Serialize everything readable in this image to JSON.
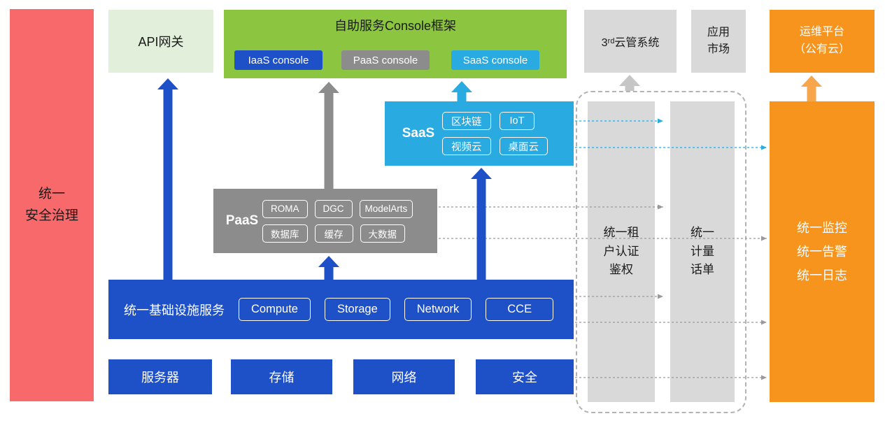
{
  "colors": {
    "blue": "#1e50c8",
    "cyan": "#29abe2",
    "green": "#8cc540",
    "light_green": "#e2efda",
    "gray": "#8c8c8c",
    "light_gray": "#d9d9d9",
    "orange": "#f7941e",
    "red": "#f8696b"
  },
  "security_governance": {
    "label": "统一\n安全治理"
  },
  "api_gateway": {
    "label": "API网关"
  },
  "console_framework": {
    "title": "自助服务Console框架",
    "consoles": [
      "IaaS console",
      "PaaS console",
      "SaaS console"
    ]
  },
  "third_party_cloud": {
    "label": "3ʳᵈ云管系统"
  },
  "app_market": {
    "label": "应用\n市场"
  },
  "om_platform": {
    "label": "运维平台\n（公有云）"
  },
  "saas": {
    "label": "SaaS",
    "items": [
      "区块链",
      "IoT",
      "视频云",
      "桌面云"
    ]
  },
  "paas": {
    "label": "PaaS",
    "items": [
      "ROMA",
      "DGC",
      "ModelArts",
      "数据库",
      "缓存",
      "大数据"
    ]
  },
  "iaas": {
    "label": "统一基础设施服务",
    "items": [
      "Compute",
      "Storage",
      "Network",
      "CCE"
    ]
  },
  "hardware": {
    "items": [
      "服务器",
      "存储",
      "网络",
      "安全"
    ]
  },
  "auth_bar": {
    "label": "统一租\n户认证\n鉴权"
  },
  "metering_bar": {
    "label": "统一\n计量\n话单"
  },
  "monitoring_bar": {
    "label": "统一监控\n统一告警\n统一日志"
  }
}
